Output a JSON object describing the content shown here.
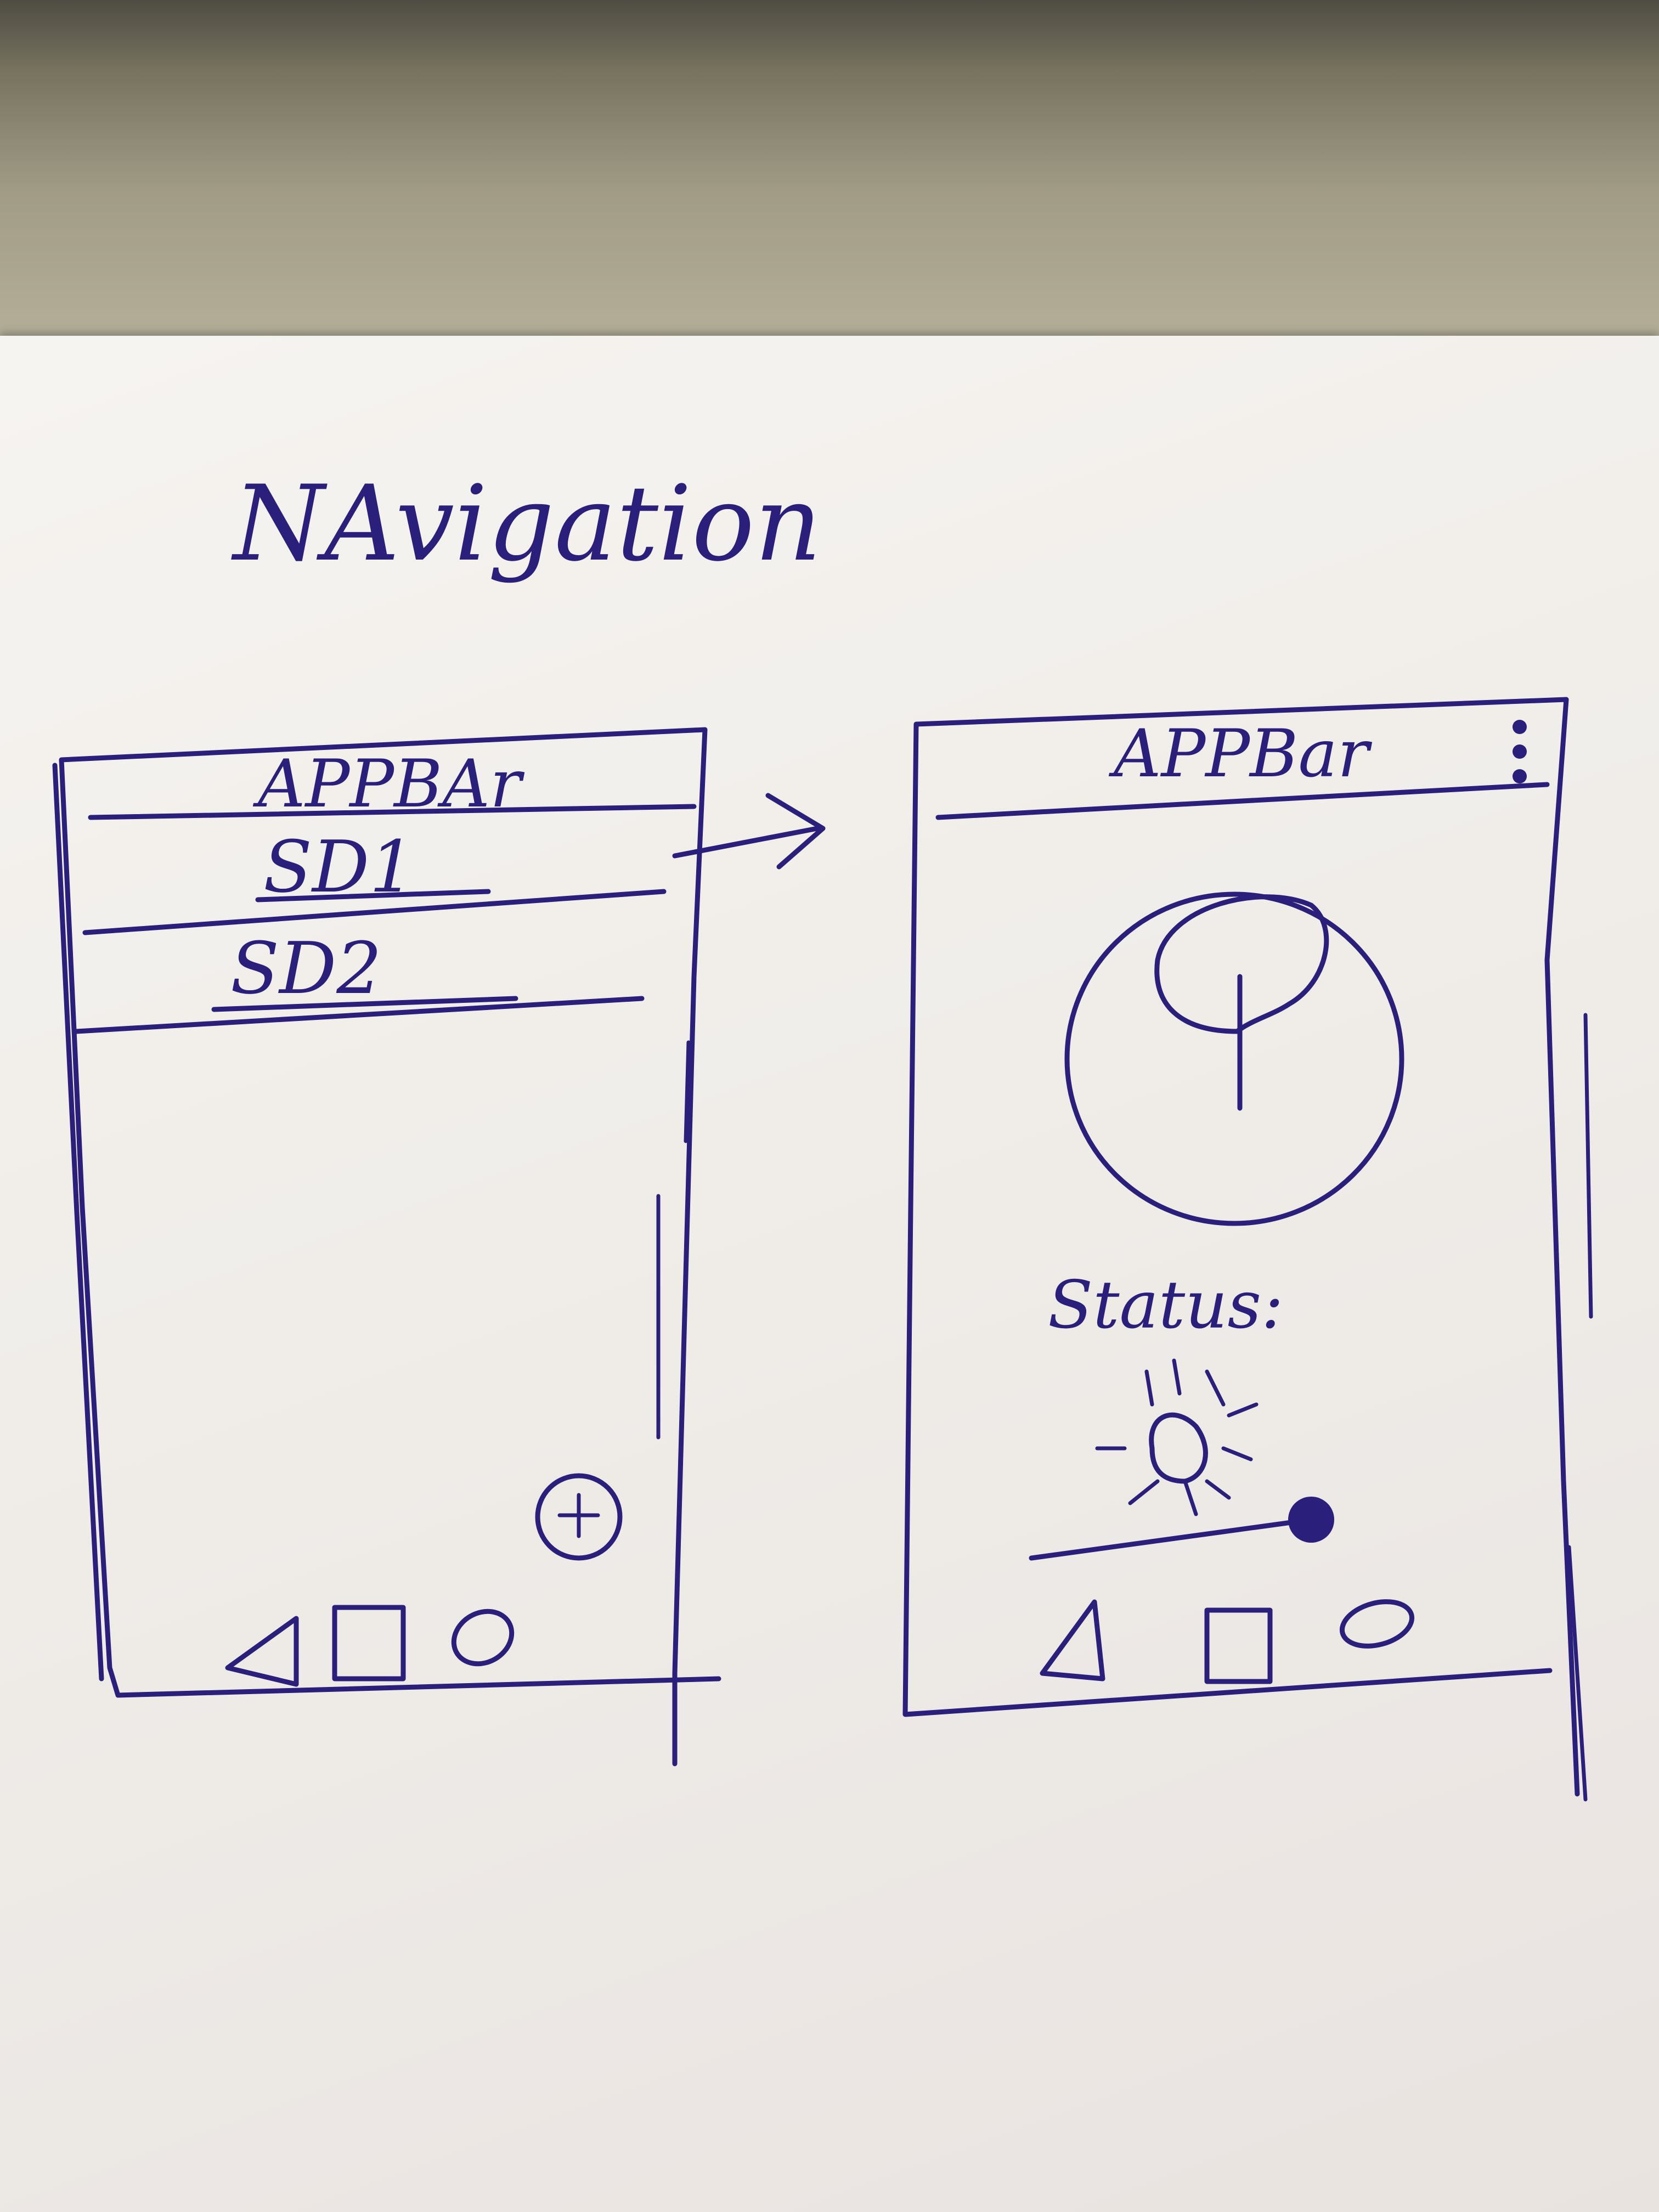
{
  "title": "NAvigation",
  "screen_left": {
    "appbar_label": "APPBAr",
    "list_items": [
      {
        "label": "SD1"
      },
      {
        "label": "SD2"
      }
    ],
    "fab_icon": "plus-icon",
    "nav_icons": [
      "back-triangle-icon",
      "home-square-icon",
      "recents-circle-icon"
    ]
  },
  "screen_right": {
    "appbar_label": "APPBar",
    "menu_icon": "more-vert-icon",
    "main_icon": "lightbulb-icon",
    "status_label": "Status:",
    "status_icon": "sun-icon",
    "slider_value": 1.0,
    "nav_icons": [
      "back-triangle-icon",
      "home-square-icon",
      "recents-circle-icon"
    ]
  },
  "transition_icon": "arrow-right-icon",
  "ink_color": "#2a1f7a"
}
